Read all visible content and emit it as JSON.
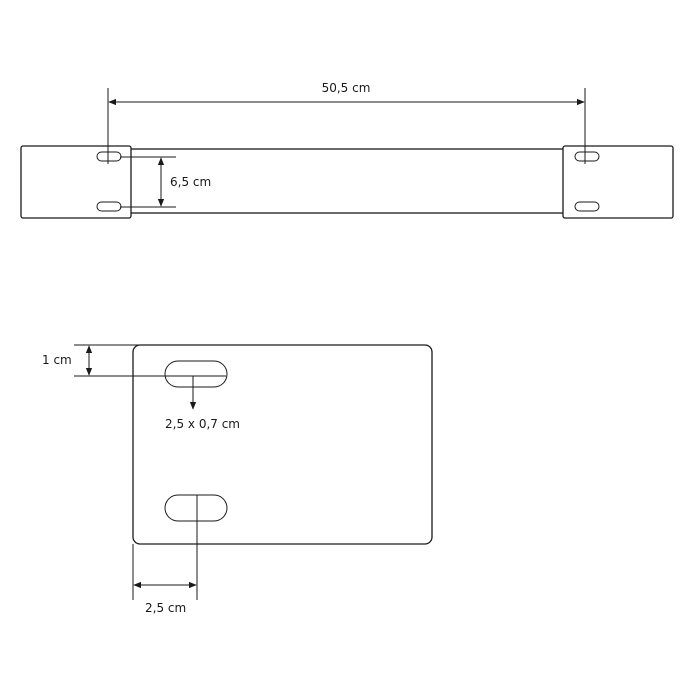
{
  "top_view": {
    "length_label": "50,5 cm",
    "hole_spacing_label": "6,5 cm"
  },
  "detail_view": {
    "edge_offset_label": "1 cm",
    "slot_size_label": "2,5 x 0,7 cm",
    "slot_inset_label": "2,5 cm"
  }
}
